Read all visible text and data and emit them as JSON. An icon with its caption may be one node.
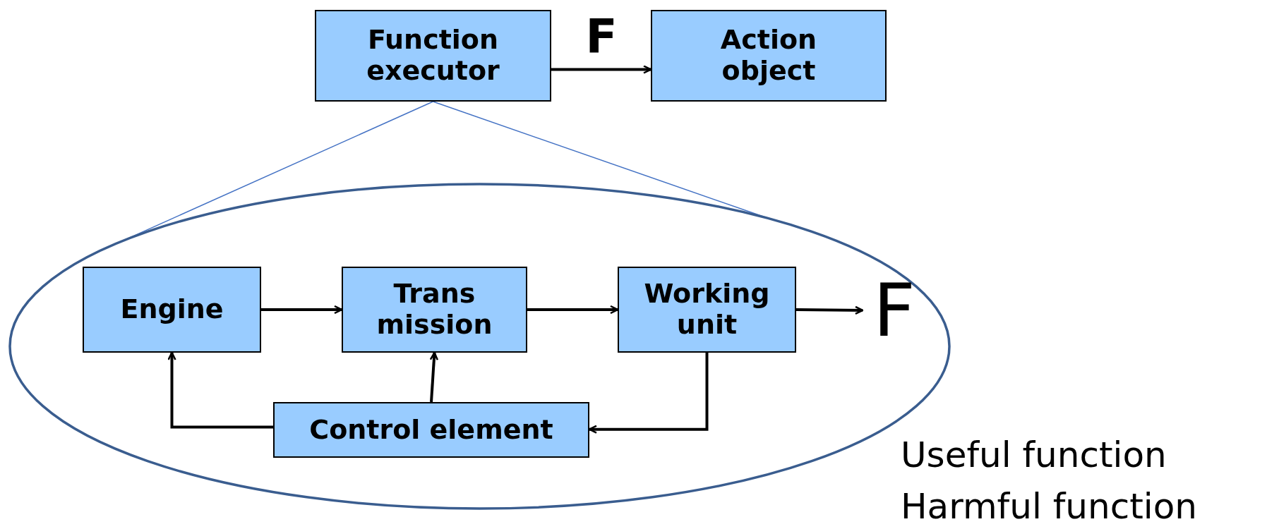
{
  "diagram": {
    "nodes": [
      {
        "text": [
          "Function executor"
        ]
      },
      {
        "text": [
          "Action object"
        ]
      },
      {
        "text": [],
        "shape": "ellipse"
      },
      {
        "text": [
          "Engine"
        ],
        "in": 2
      },
      {
        "text": [
          "Trans mission"
        ],
        "in": 2
      },
      {
        "text": [
          "Working unit"
        ],
        "in": 2
      },
      {
        "text": [
          "Control element"
        ],
        "in": 2
      },
      {
        "text": [
          "F"
        ],
        "in": 2
      }
    ],
    "edges": [
      {
        "from": 0,
        "to": 1,
        "arrow": "to",
        "label": "F"
      },
      {
        "from": 0,
        "to": 2,
        "arrow": "none",
        "color": "#4472c4"
      },
      {
        "from": 0,
        "to": 2,
        "arrow": "none",
        "color": "#4472c4"
      },
      {
        "from": 3,
        "to": 4,
        "arrow": "to"
      },
      {
        "from": 4,
        "to": 5,
        "arrow": "to"
      },
      {
        "from": 5,
        "to": 7,
        "arrow": "to"
      },
      {
        "from": 6,
        "to": 3,
        "arrow": "to"
      },
      {
        "from": 6,
        "to": 4,
        "arrow": "to"
      },
      {
        "from": 5,
        "to": 6,
        "arrow": "to"
      }
    ],
    "labels": [
      "Useful function",
      "Harmful function"
    ]
  }
}
